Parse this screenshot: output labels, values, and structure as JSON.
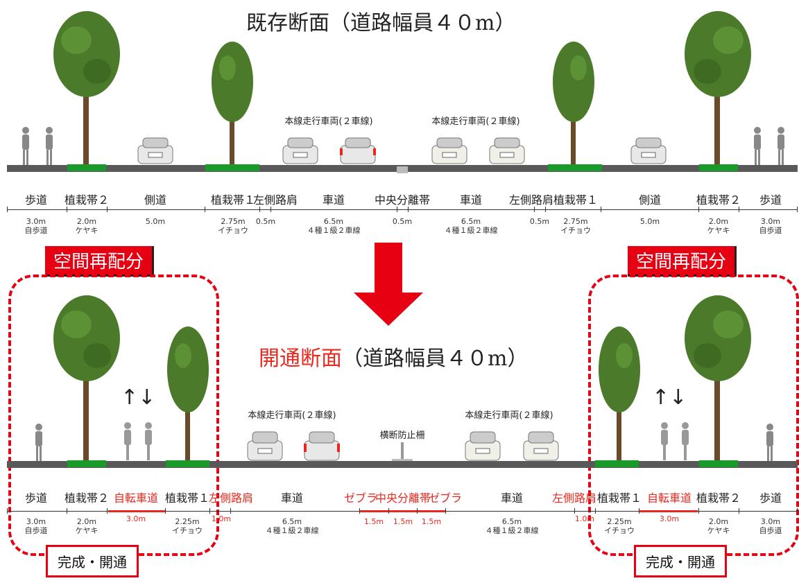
{
  "top": {
    "title": "既存断面（道路幅員４０m）",
    "lane_labels": [
      "本線走行車両(２車線)",
      "本線走行車両(２車線)"
    ],
    "segments": [
      {
        "label": "歩道",
        "dim": "3.0m",
        "sub": "自歩道"
      },
      {
        "label": "植栽帯２",
        "dim": "2.0m",
        "sub": "ケヤキ"
      },
      {
        "label": "側道",
        "dim": "5.0m",
        "sub": ""
      },
      {
        "label": "植栽帯１",
        "dim": "2.75m",
        "sub": "イチョウ"
      },
      {
        "label": "左側路肩",
        "dim": "0.5m",
        "sub": ""
      },
      {
        "label": "車道",
        "dim": "6.5m",
        "sub": "４種１級２車線"
      },
      {
        "label": "中央分離帯",
        "dim": "0.5m",
        "sub": ""
      },
      {
        "label": "車道",
        "dim": "6.5m",
        "sub": "４種１級２車線"
      },
      {
        "label": "左側路肩",
        "dim": "0.5m",
        "sub": ""
      },
      {
        "label": "植栽帯１",
        "dim": "2.75m",
        "sub": "イチョウ"
      },
      {
        "label": "側道",
        "dim": "5.0m",
        "sub": ""
      },
      {
        "label": "植栽帯２",
        "dim": "2.0m",
        "sub": "ケヤキ"
      },
      {
        "label": "歩道",
        "dim": "3.0m",
        "sub": "自歩道"
      }
    ]
  },
  "center_arrow_color": "#e60012",
  "realloc_label": "空間再配分",
  "bottom": {
    "title_red": "開通断面",
    "title_rest": "（道路幅員４０m）",
    "lane_labels": [
      "本線走行車両(２車線)",
      "本線走行車両(２車線)"
    ],
    "median_label": "横断防止柵",
    "bike_arrows": "↑↓",
    "complete_label": "完成・開通",
    "segments": [
      {
        "label": "歩道",
        "dim": "3.0m",
        "sub": "自歩道",
        "red": false
      },
      {
        "label": "植栽帯２",
        "dim": "2.0m",
        "sub": "ケヤキ",
        "red": false
      },
      {
        "label": "自転車道",
        "dim": "3.0m",
        "sub": "",
        "red": true
      },
      {
        "label": "植栽帯１",
        "dim": "2.25m",
        "sub": "イチョウ",
        "red": false
      },
      {
        "label": "左側路肩",
        "dim": "1.0m",
        "sub": "",
        "red": true
      },
      {
        "label": "車道",
        "dim": "6.5m",
        "sub": "４種１級２車線",
        "red": false
      },
      {
        "label": "ゼブラ",
        "dim": "1.5m",
        "sub": "",
        "red": true
      },
      {
        "label": "中央分離帯",
        "dim": "1.5m",
        "sub": "",
        "red": true
      },
      {
        "label": "ゼブラ",
        "dim": "1.5m",
        "sub": "",
        "red": true
      },
      {
        "label": "車道",
        "dim": "6.5m",
        "sub": "４種１級２車線",
        "red": false
      },
      {
        "label": "左側路肩",
        "dim": "1.0m",
        "sub": "",
        "red": true
      },
      {
        "label": "植栽帯１",
        "dim": "2.25m",
        "sub": "イチョウ",
        "red": false
      },
      {
        "label": "自転車道",
        "dim": "3.0m",
        "sub": "",
        "red": true
      },
      {
        "label": "植栽帯２",
        "dim": "2.0m",
        "sub": "ケヤキ",
        "red": false
      },
      {
        "label": "歩道",
        "dim": "3.0m",
        "sub": "自歩道",
        "red": false
      }
    ]
  },
  "colors": {
    "tree_leaf": "#4a7a2a",
    "tree_trunk": "#6b4a2a",
    "road": "#595959",
    "planting": "#1a9a2a",
    "accent_red": "#e60012"
  }
}
